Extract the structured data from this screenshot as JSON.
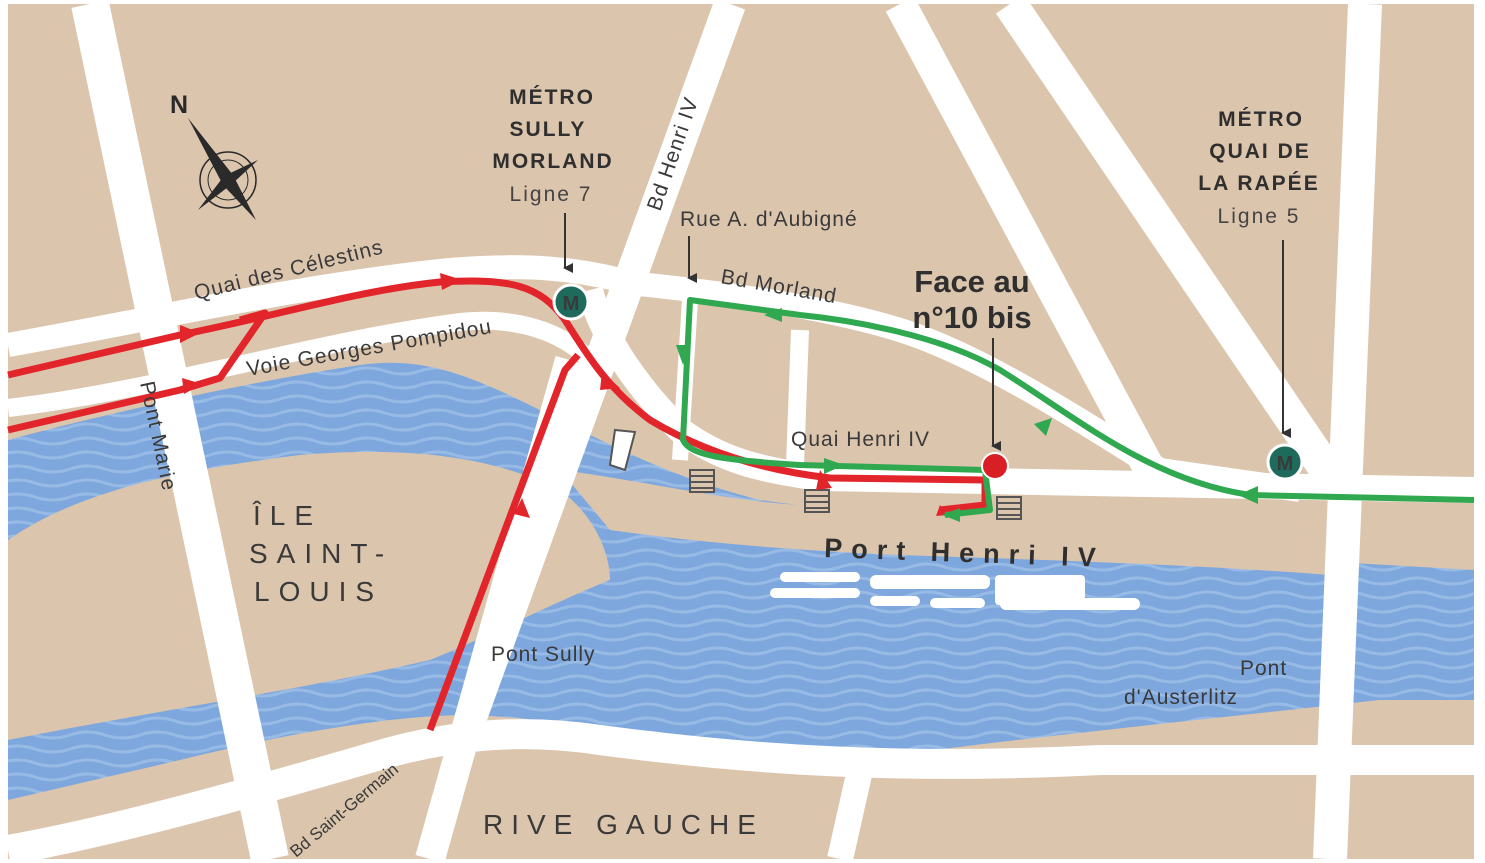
{
  "map": {
    "compass": {
      "north_label": "N"
    },
    "metro_stations": [
      {
        "title_lines": [
          "MÉTRO",
          "SULLY",
          "MORLAND"
        ],
        "line": "Ligne 7",
        "icon": "M"
      },
      {
        "title_lines": [
          "MÉTRO",
          "QUAI DE",
          "LA RAPÉE"
        ],
        "line": "Ligne 5",
        "icon": "M"
      }
    ],
    "streets": {
      "bd_henri_iv": "Bd Henri IV",
      "rue_aubigne": "Rue  A. d'Aubigné",
      "bd_morland": "Bd Morland",
      "quai_celestins": "Quai des Célestins",
      "voie_pompidou": "Voie Georges Pompidou",
      "pont_marie": "Pont Marie",
      "quai_henri_iv": "Quai Henri IV",
      "pont_sully": "Pont Sully",
      "pont_austerlitz_line1": "Pont",
      "pont_austerlitz_line2": "d'Austerlitz",
      "bd_saint_germain": "Bd Saint-Germain"
    },
    "areas": {
      "ile_line1": "ÎLE",
      "ile_line2": "SAINT-",
      "ile_line3": "LOUIS",
      "rive_gauche": "RIVE GAUCHE",
      "port_henri": "Port Henri IV"
    },
    "destination": {
      "line1": "Face au",
      "line2": "n°10 bis"
    },
    "colors": {
      "land": "#dcc5ad",
      "road": "#ffffff",
      "water": "#7ea7dd",
      "red_route": "#e2252b",
      "green_route": "#2fa84f",
      "metro_badge": "#1e6b5c",
      "destination_dot": "#d91f26"
    }
  }
}
